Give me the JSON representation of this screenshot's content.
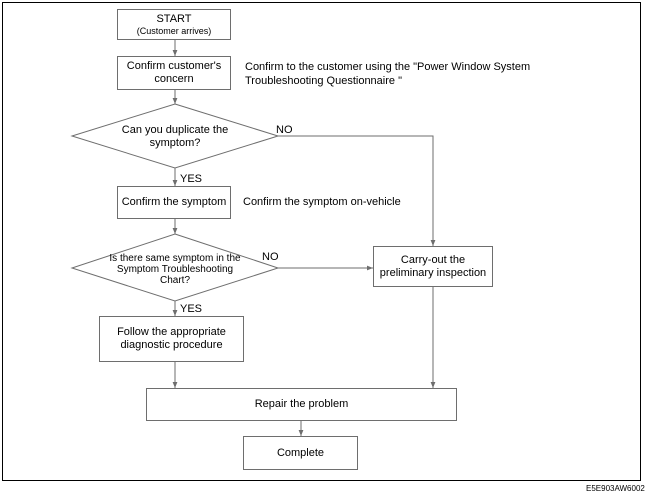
{
  "start": {
    "title": "START",
    "subtitle": "(Customer arrives)"
  },
  "confirm_concern": {
    "line1": "Confirm customer's",
    "line2": "concern"
  },
  "confirm_concern_note": {
    "line1": "Confirm to the customer using the \"Power Window System",
    "line2": "Troubleshooting Questionnaire \""
  },
  "duplicate": {
    "line1": "Can you duplicate the",
    "line2": "symptom?"
  },
  "no_label_1": "NO",
  "yes_label_1": "YES",
  "confirm_symptom": "Confirm the symptom",
  "confirm_symptom_note": "Confirm the symptom on-vehicle",
  "same_symptom": {
    "line1": "Is there same symptom in the",
    "line2": "Symptom Troubleshooting",
    "line3": "Chart?"
  },
  "no_label_2": "NO",
  "yes_label_2": "YES",
  "preliminary": {
    "line1": "Carry-out the",
    "line2": "preliminary inspection"
  },
  "follow": {
    "line1": "Follow the appropriate",
    "line2": "diagnostic procedure"
  },
  "repair": "Repair the problem",
  "complete": "Complete",
  "figure_code": "E5E903AW6002"
}
